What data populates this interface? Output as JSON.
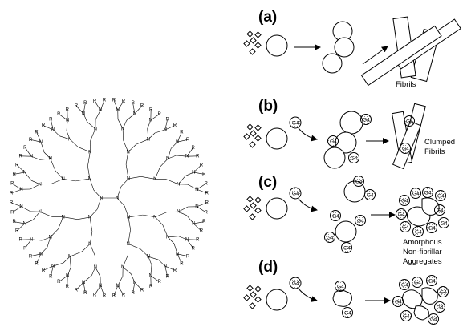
{
  "panels": [
    {
      "label": "(a)",
      "caption": [
        "Fibrils"
      ]
    },
    {
      "label": "(b)",
      "caption": [
        "Clumped",
        "Fibrils"
      ]
    },
    {
      "label": "(c)",
      "caption": [
        "Amorphous",
        "Non-fibrillar",
        "Aggregates"
      ]
    },
    {
      "label": "(d)",
      "caption": []
    }
  ],
  "dendrimer": {
    "core_atom": "N",
    "branch_atom": "N",
    "end_group": "R",
    "generation_label": "G4"
  },
  "colors": {
    "line": "#000000",
    "fill": "#ffffff",
    "dot": "#777777"
  }
}
